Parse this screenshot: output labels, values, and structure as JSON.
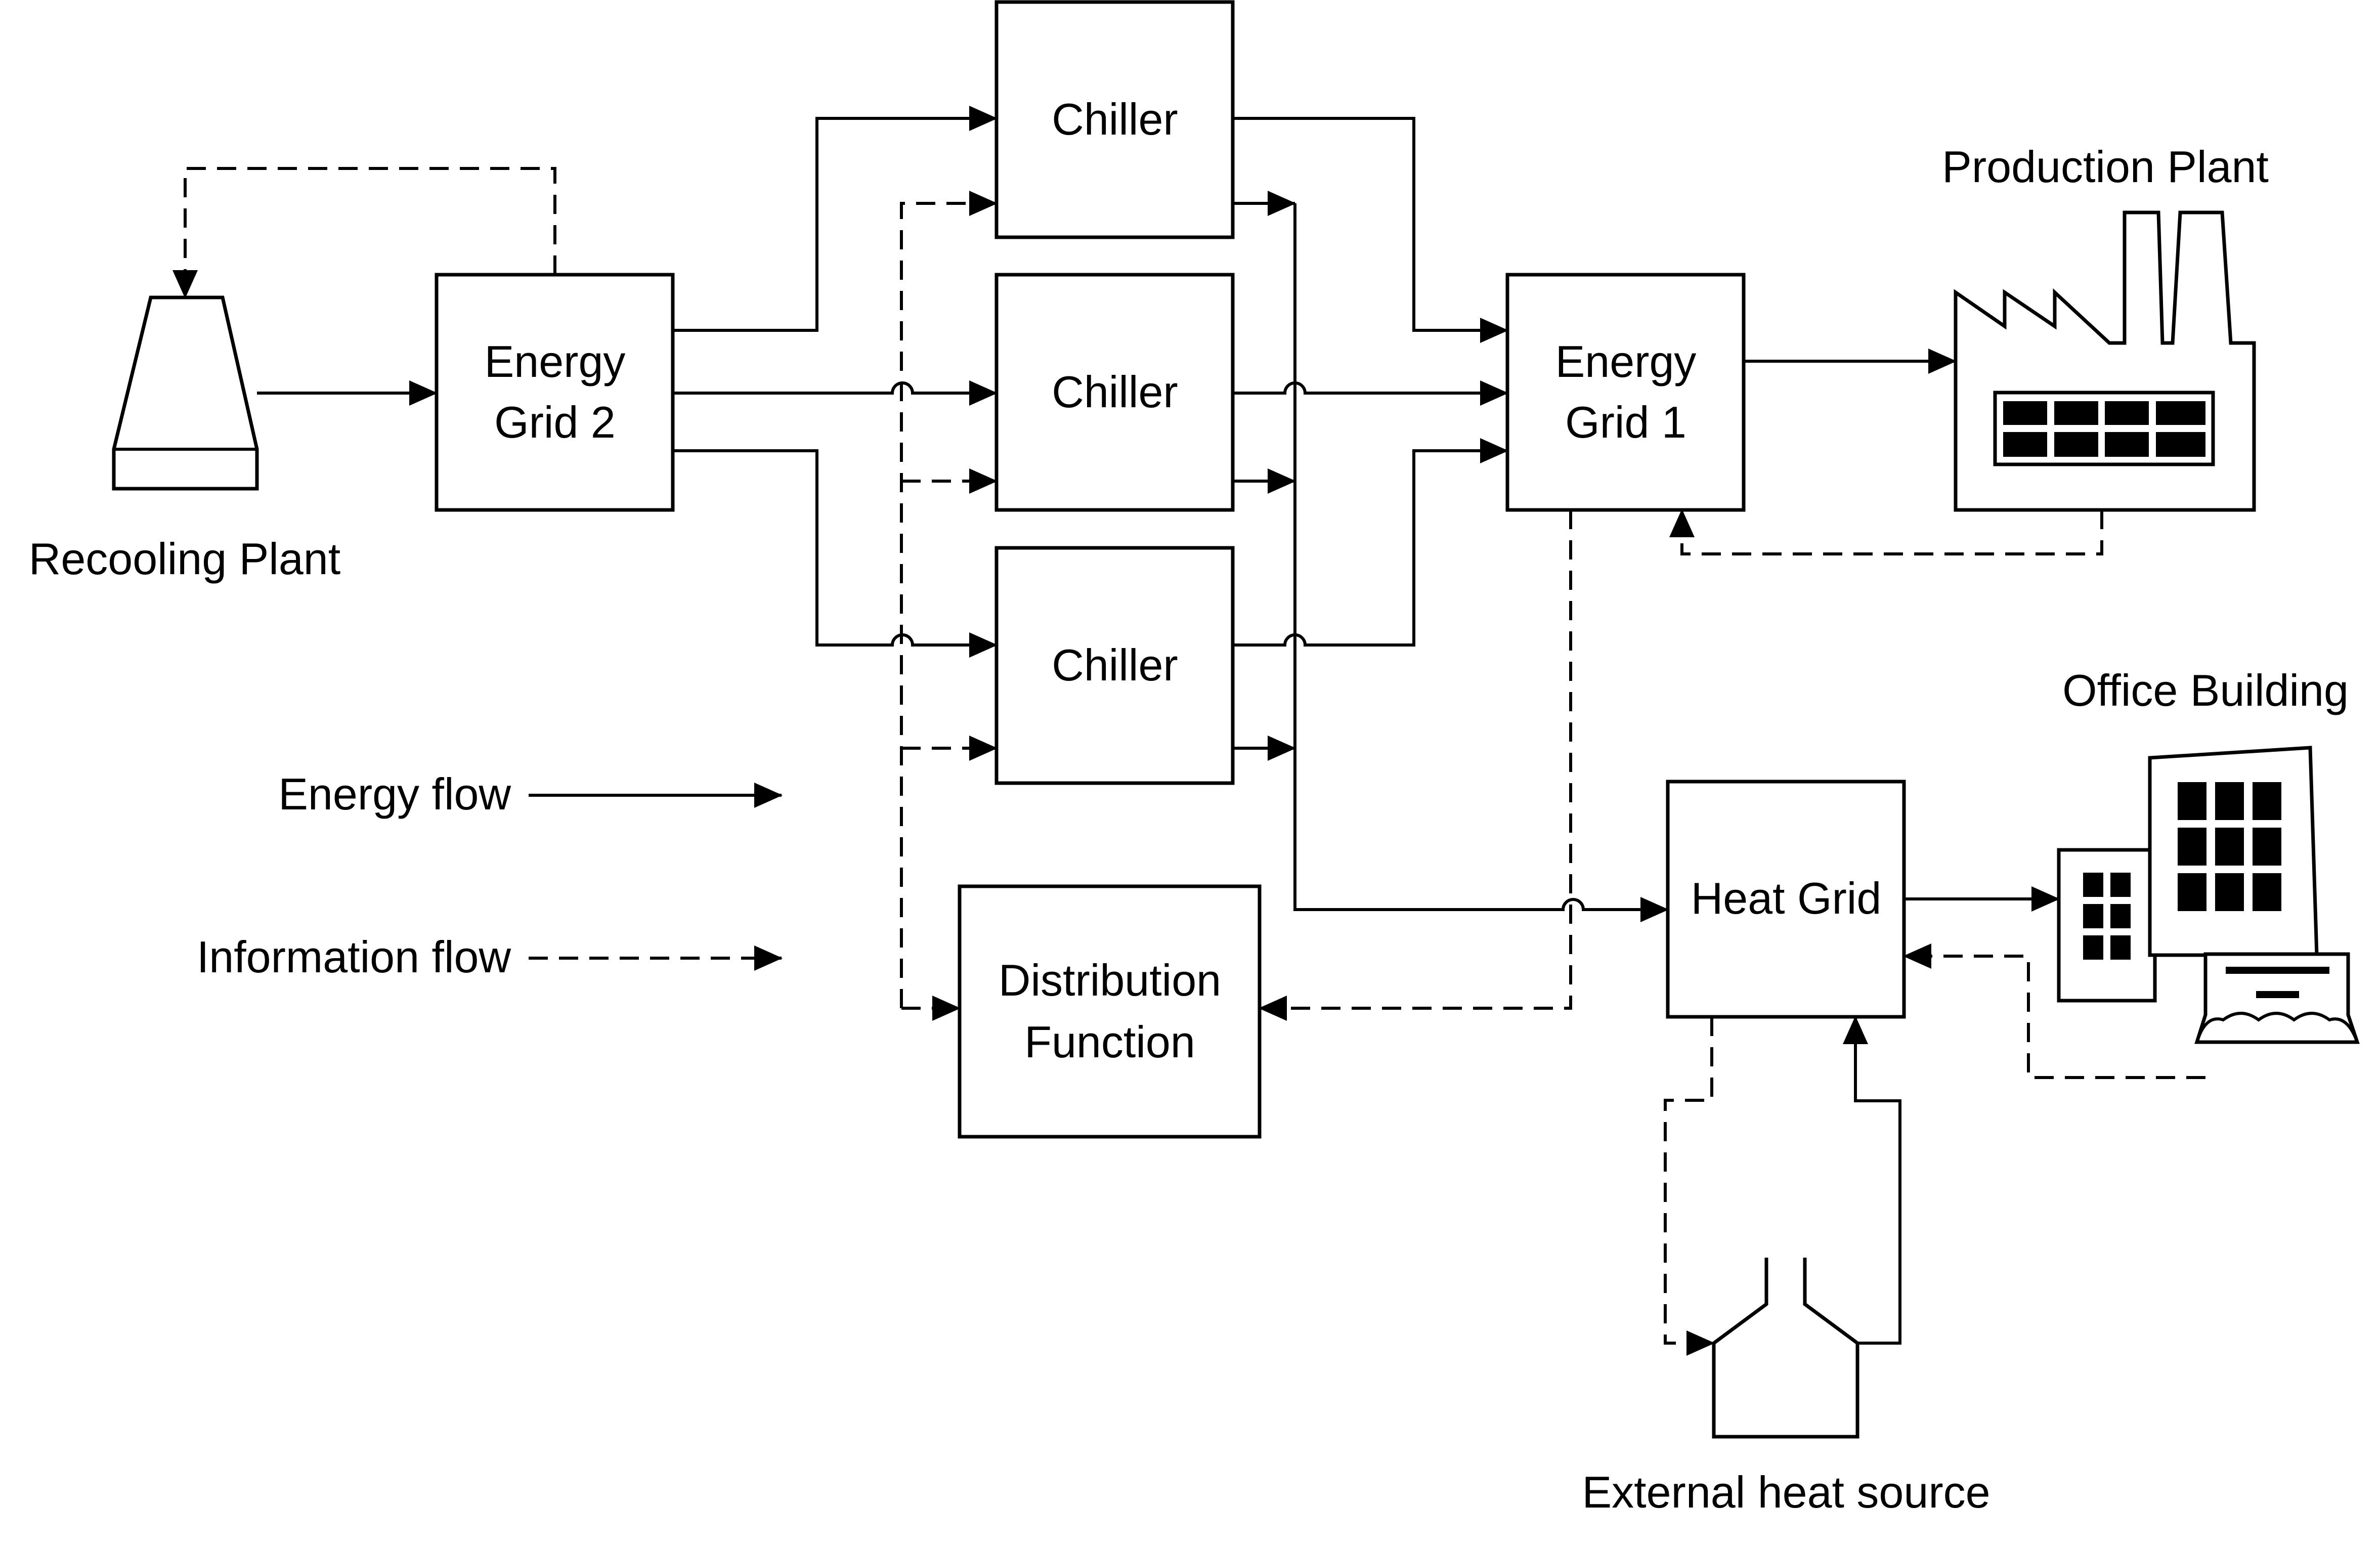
{
  "components": {
    "recooling_plant": "Recooling Plant",
    "energy_grid_2": [
      "Energy",
      "Grid 2"
    ],
    "chiller_1": "Chiller",
    "chiller_2": "Chiller",
    "chiller_3": "Chiller",
    "energy_grid_1": [
      "Energy",
      "Grid 1"
    ],
    "production_plant": "Production Plant",
    "office_building": "Office Building",
    "heat_grid": "Heat Grid",
    "distribution_function": [
      "Distribution",
      "Function"
    ],
    "external_heat_source": "External heat source"
  },
  "legend": {
    "energy_flow": "Energy flow",
    "information_flow": "Information flow"
  },
  "colors": {
    "stroke": "#000000",
    "background": "#ffffff"
  }
}
